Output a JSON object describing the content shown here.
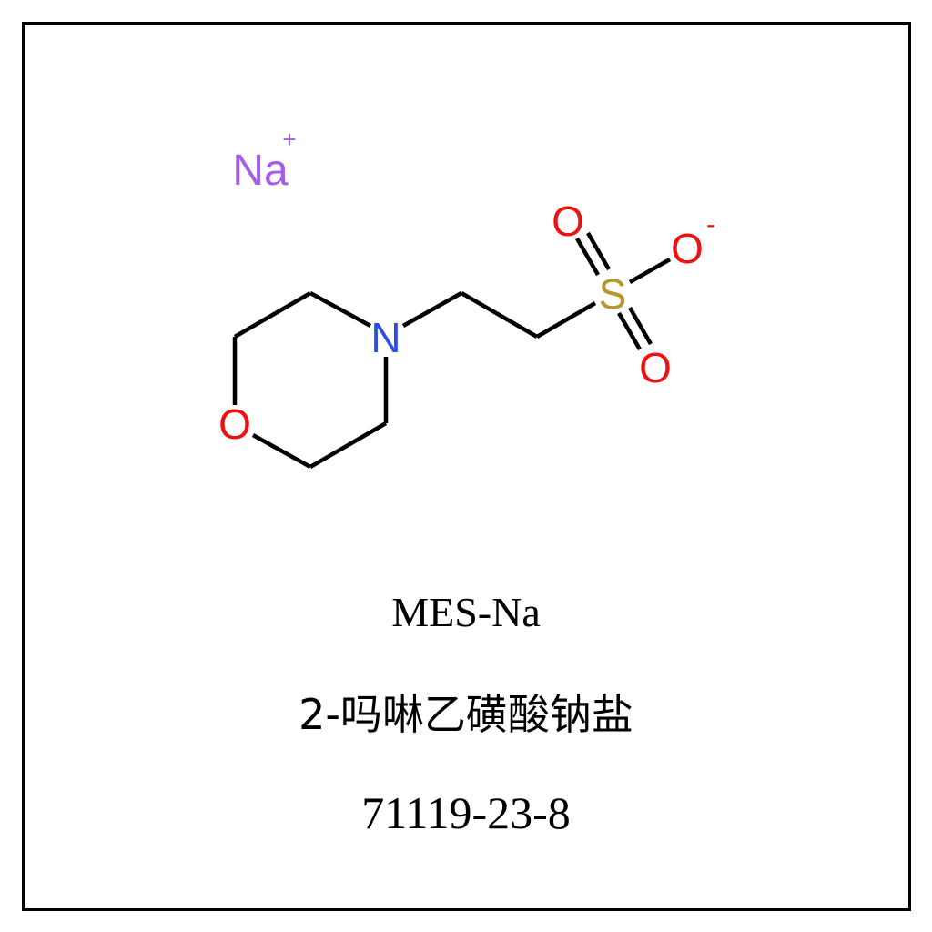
{
  "structure": {
    "counter_ion": {
      "symbol": "Na",
      "charge": "+",
      "color": "#a55eea"
    },
    "atoms": {
      "N": {
        "symbol": "N",
        "color": "#2b4ee6"
      },
      "O_ring": {
        "symbol": "O",
        "color": "#ee1111"
      },
      "S": {
        "symbol": "S",
        "color": "#b8962e"
      },
      "O_top": {
        "symbol": "O",
        "color": "#ee1111"
      },
      "O_minus": {
        "symbol": "O",
        "charge": "-",
        "color": "#ee1111"
      },
      "O_bottom": {
        "symbol": "O",
        "color": "#ee1111"
      }
    },
    "bond_color": "#000000"
  },
  "labels": {
    "abbreviation": "MES-Na",
    "chinese_name": "2-吗啉乙磺酸钠盐",
    "cas_number": "71119-23-8"
  }
}
